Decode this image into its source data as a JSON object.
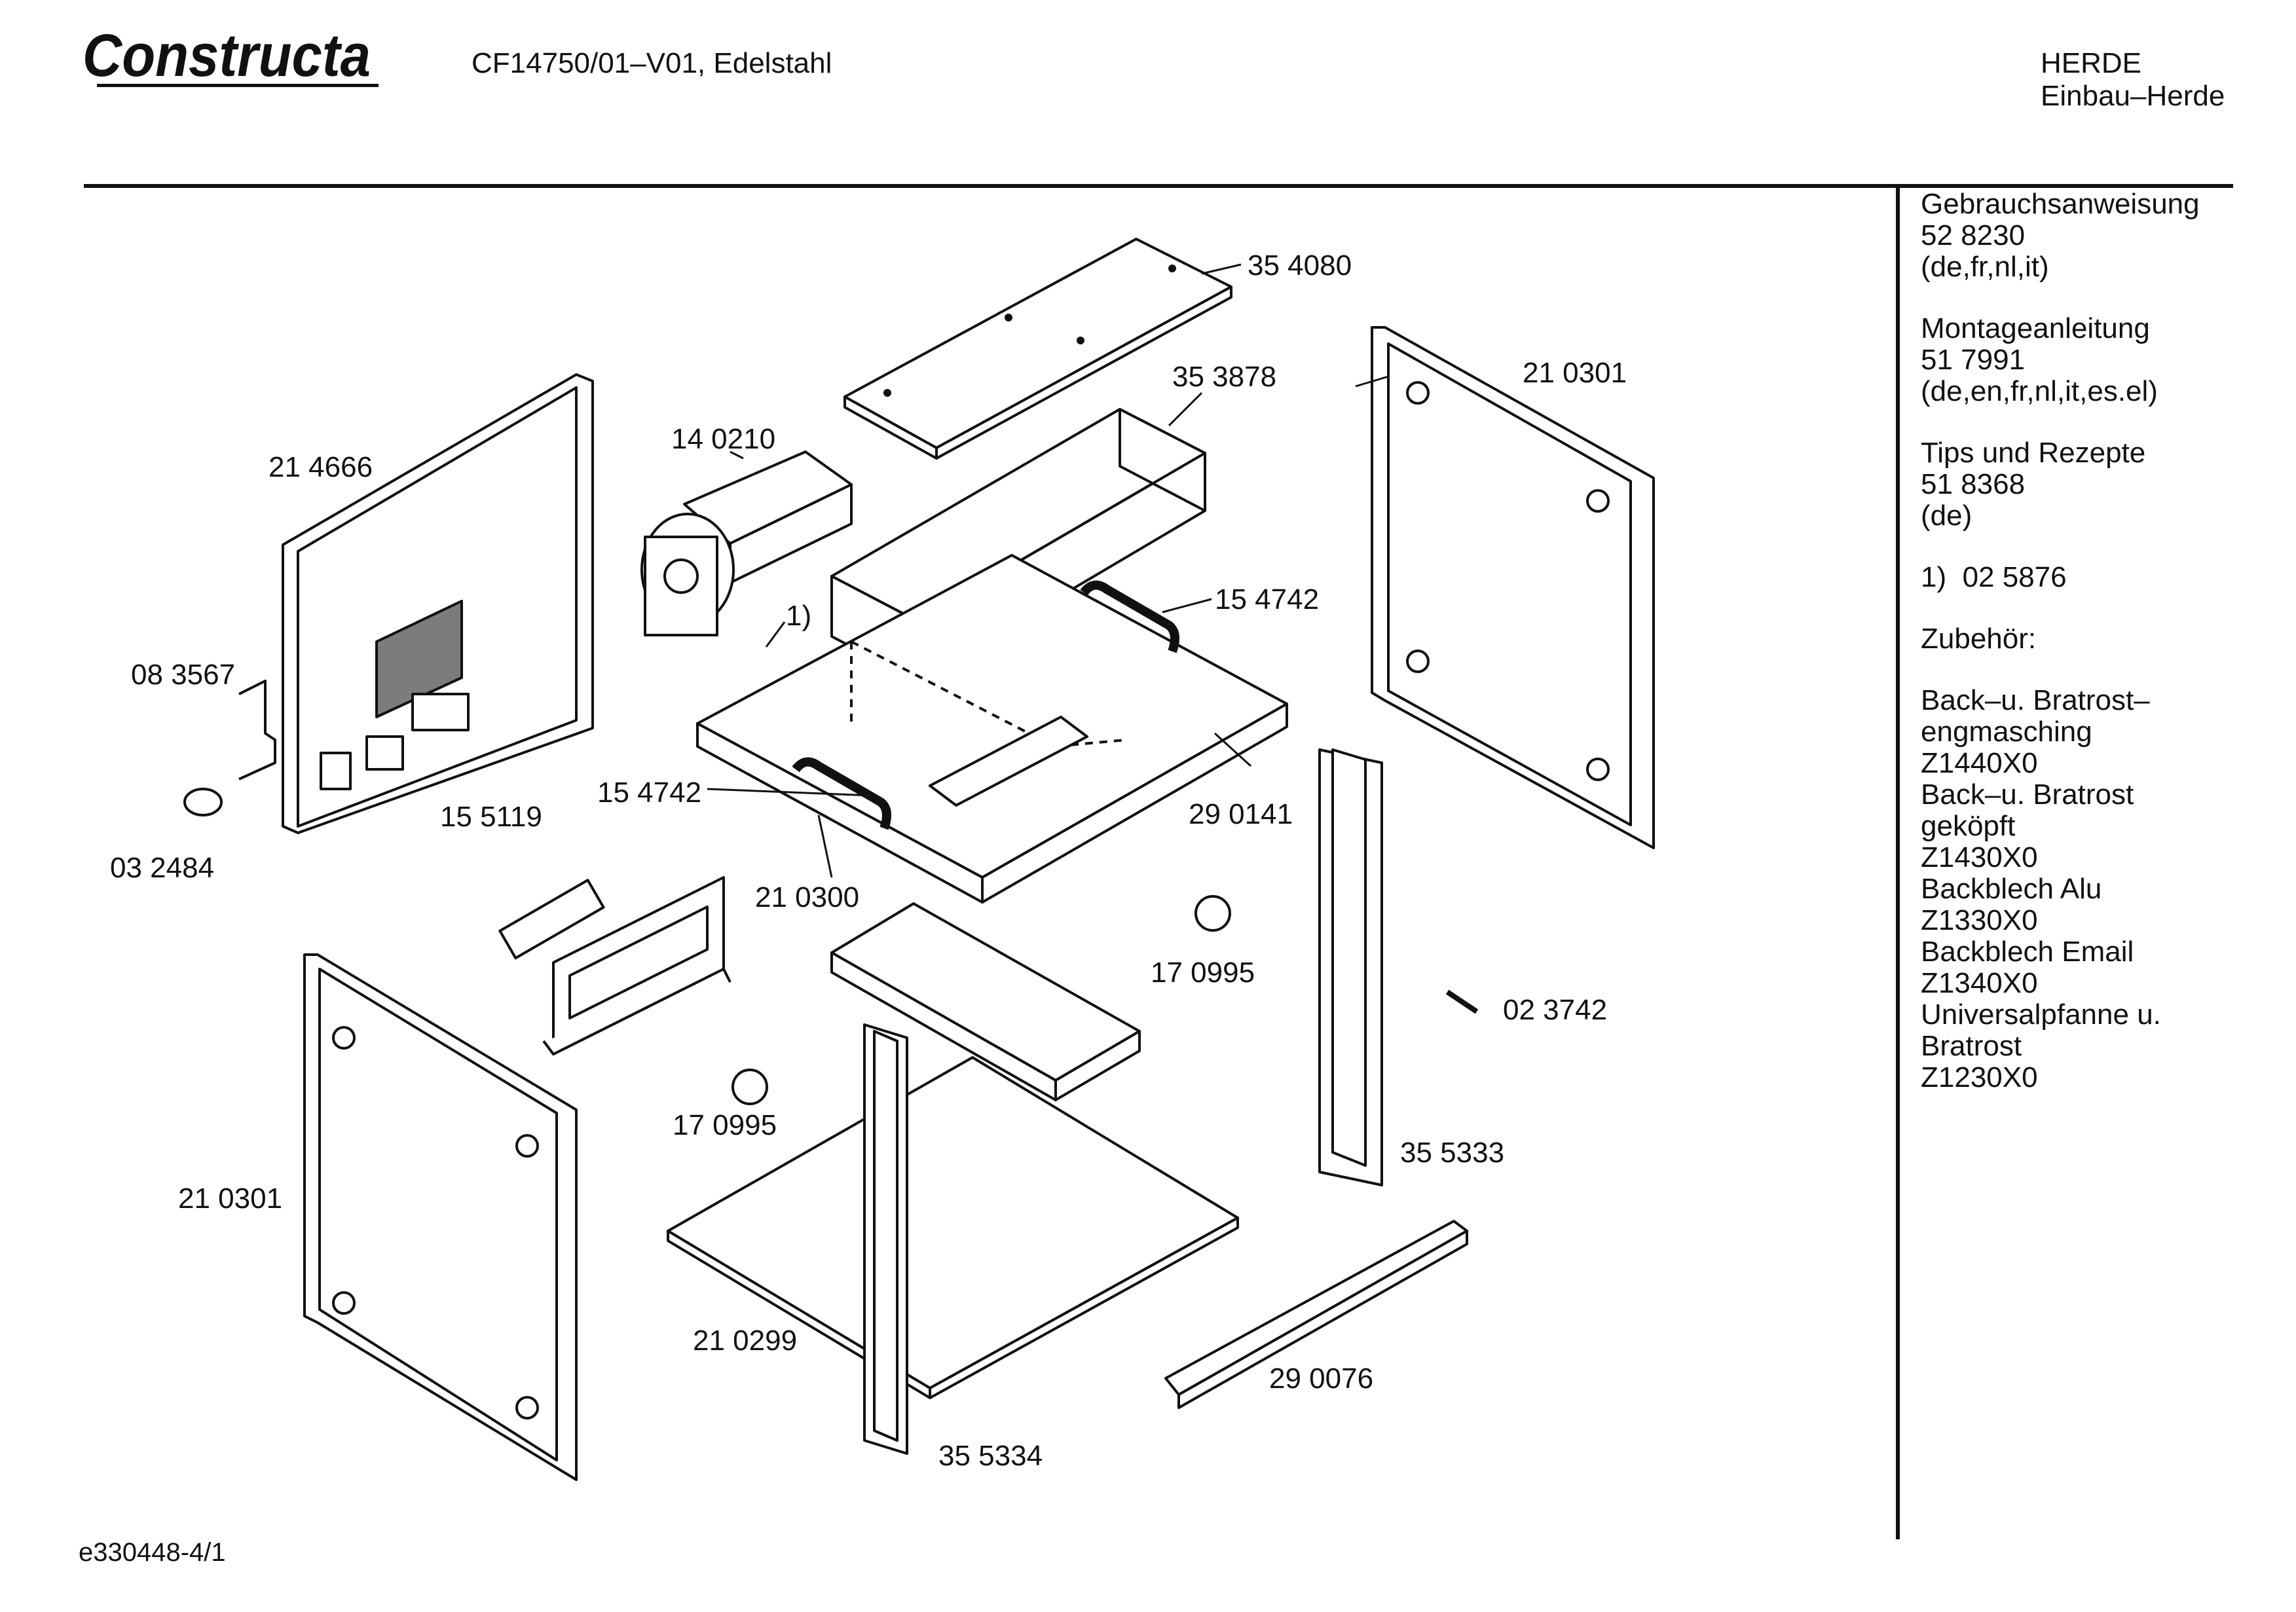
{
  "brand": {
    "logo_text": "Constructa"
  },
  "header": {
    "model": "CF14750/01–V01, Edelstahl",
    "category": [
      "HERDE",
      "Einbau–Herde"
    ]
  },
  "sidebar": {
    "groups": [
      {
        "lines": [
          "Gebrauchsanweisung",
          "52 8230",
          "(de,fr,nl,it)"
        ]
      },
      {
        "lines": [
          "Montageanleitung",
          "51 7991",
          "(de,en,fr,nl,it,es.el)"
        ]
      },
      {
        "lines": [
          "Tips und Rezepte",
          "51 8368",
          "(de)"
        ]
      },
      {
        "lines": [
          "1)  02 5876"
        ]
      },
      {
        "lines": [
          "Zubehör:"
        ]
      },
      {
        "lines": [
          "Back–u. Bratrost–",
          "engmasching",
          "Z1440X0",
          "Back–u. Bratrost",
          "geköpft",
          "Z1430X0",
          "Backblech Alu",
          "Z1330X0",
          "Backblech Email",
          "Z1340X0",
          "Universalpfanne u.",
          "Bratrost",
          "Z1230X0"
        ]
      }
    ]
  },
  "diagram": {
    "part_labels": [
      "35 4080",
      "35 3878",
      "14 0210",
      "21 4666",
      "21 0301",
      "15 4742",
      "1)",
      "08 3567",
      "15 4742",
      "29 0141",
      "15 5119",
      "03 2484",
      "21 0300",
      "17 0995",
      "02 3742",
      "35 5333",
      "17 0995",
      "21 0301",
      "21 0299",
      "29 0076",
      "35 5334"
    ]
  },
  "footer": {
    "doc_id": "e330448-4/1"
  }
}
